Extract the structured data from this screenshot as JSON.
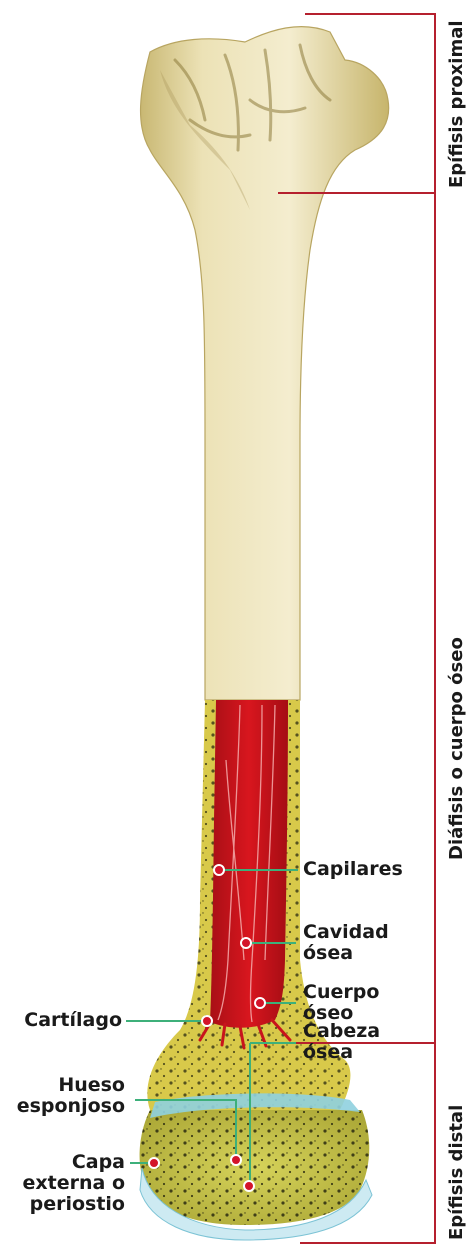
{
  "sections": {
    "proximal": "Epífisis proximal",
    "diaphysis": "Diáfisis o cuerpo óseo",
    "distal": "Epífisis distal"
  },
  "labels": {
    "capilares": "Capilares",
    "cavidad_l1": "Cavidad",
    "cavidad_l2": "ósea",
    "cuerpo_l1": "Cuerpo",
    "cuerpo_l2": "óseo",
    "cabeza_l1": "Cabeza",
    "cabeza_l2": "ósea",
    "cartilago": "Cartílago",
    "hueso_l1": "Hueso",
    "hueso_l2": "esponjoso",
    "capa_l1": "Capa",
    "capa_l2": "externa o",
    "capa_l3": "periostio"
  },
  "colors": {
    "bone": "#e8dba6",
    "marrow": "#c8141c",
    "spongy": "#c9c44a",
    "cartilage": "#9ed4e0",
    "bracket": "#b5202e",
    "leader": "#3db07a",
    "dot": "#d3142a"
  }
}
